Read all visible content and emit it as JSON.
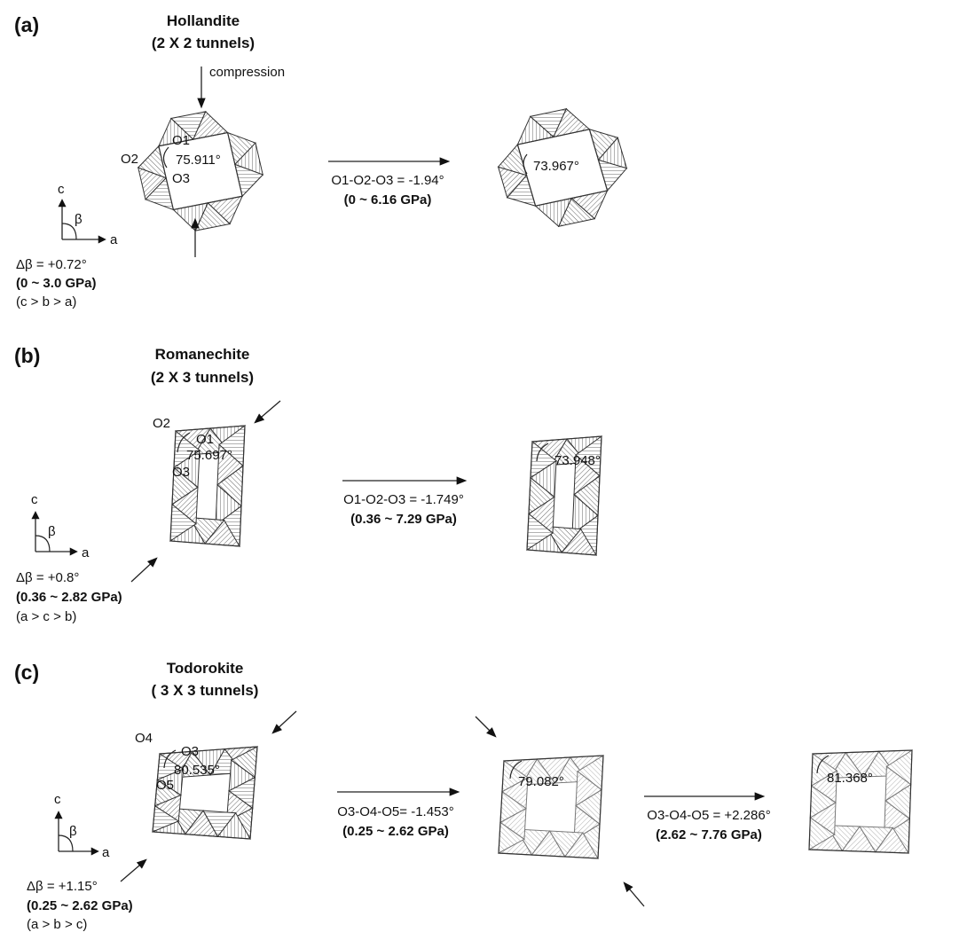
{
  "colors": {
    "ink": "#111111",
    "hatch": "#555555",
    "light_hatch": "#8a8a8a"
  },
  "panel_a": {
    "tag": "(a)",
    "title_line1": "Hollandite",
    "title_line2": "(2 X 2 tunnels)",
    "compression_label": "compression",
    "o1": "O1",
    "o2": "O2",
    "o3": "O3",
    "angle_before": "75.911°",
    "angle_after": "73.967°",
    "change": "O1-O2-O3 = -1.94°",
    "pressure": "(0 ~ 6.16 GPa)",
    "axis_c": "c",
    "axis_beta": "β",
    "axis_a": "a",
    "delta_beta": "Δβ = +0.72°",
    "delta_pressure": "(0 ~ 3.0 GPa)",
    "order": "(c > b > a)"
  },
  "panel_b": {
    "tag": "(b)",
    "title_line1": "Romanechite",
    "title_line2": "(2 X 3 tunnels)",
    "o1": "O1",
    "o2": "O2",
    "o3": "O3",
    "angle_before": "75.697°",
    "angle_after": "73.948°",
    "change": "O1-O2-O3 = -1.749°",
    "pressure": "(0.36 ~ 7.29 GPa)",
    "axis_c": "c",
    "axis_beta": "β",
    "axis_a": "a",
    "delta_beta": "Δβ = +0.8°",
    "delta_pressure": "(0.36 ~ 2.82 GPa)",
    "order": "(a > c > b)"
  },
  "panel_c": {
    "tag": "(c)",
    "title_line1": "Todorokite",
    "title_line2": "( 3 X 3 tunnels)",
    "o3": "O3",
    "o4": "O4",
    "o5": "O5",
    "angle_before": "80.535°",
    "angle_mid": "79.082°",
    "angle_after": "81.368°",
    "change1": "O3-O4-O5= -1.453°",
    "pressure1": "(0.25 ~ 2.62 GPa)",
    "change2": "O3-O4-O5 = +2.286°",
    "pressure2": "(2.62 ~ 7.76 GPa)",
    "axis_c": "c",
    "axis_beta": "β",
    "axis_a": "a",
    "delta_beta": "Δβ = +1.15°",
    "delta_pressure": "(0.25 ~ 2.62 GPa)",
    "order": "(a > b > c)"
  }
}
